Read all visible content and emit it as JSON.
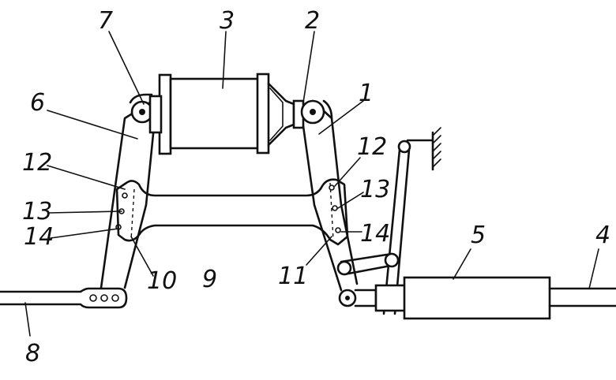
{
  "labels": {
    "n1": "1",
    "n2": "2",
    "n3": "3",
    "n4": "4",
    "n5": "5",
    "n6": "6",
    "n7": "7",
    "n8": "8",
    "n9": "9",
    "n10": "10",
    "n11": "11",
    "n12a": "12",
    "n12b": "12",
    "n13a": "13",
    "n13b": "13",
    "n14a": "14",
    "n14b": "14"
  }
}
